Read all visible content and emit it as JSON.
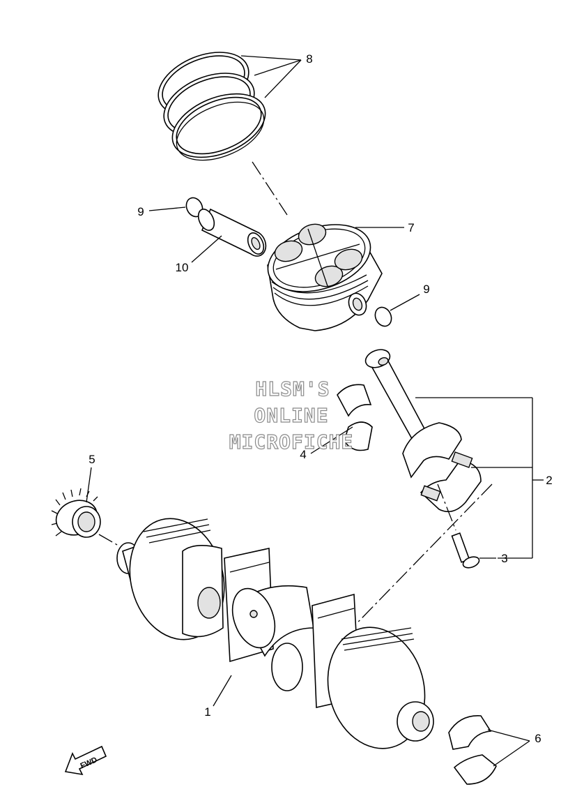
{
  "callouts": {
    "c1": "1",
    "c2": "2",
    "c3": "3",
    "c4": "4",
    "c5": "5",
    "c6": "6",
    "c7": "7",
    "c8": "8",
    "c9a": "9",
    "c9b": "9",
    "c10": "10"
  },
  "watermark": {
    "line1": "HLSM'S",
    "line2": "ONLINE",
    "line3": "MICROFICHE"
  },
  "fwd_label": "FWD"
}
